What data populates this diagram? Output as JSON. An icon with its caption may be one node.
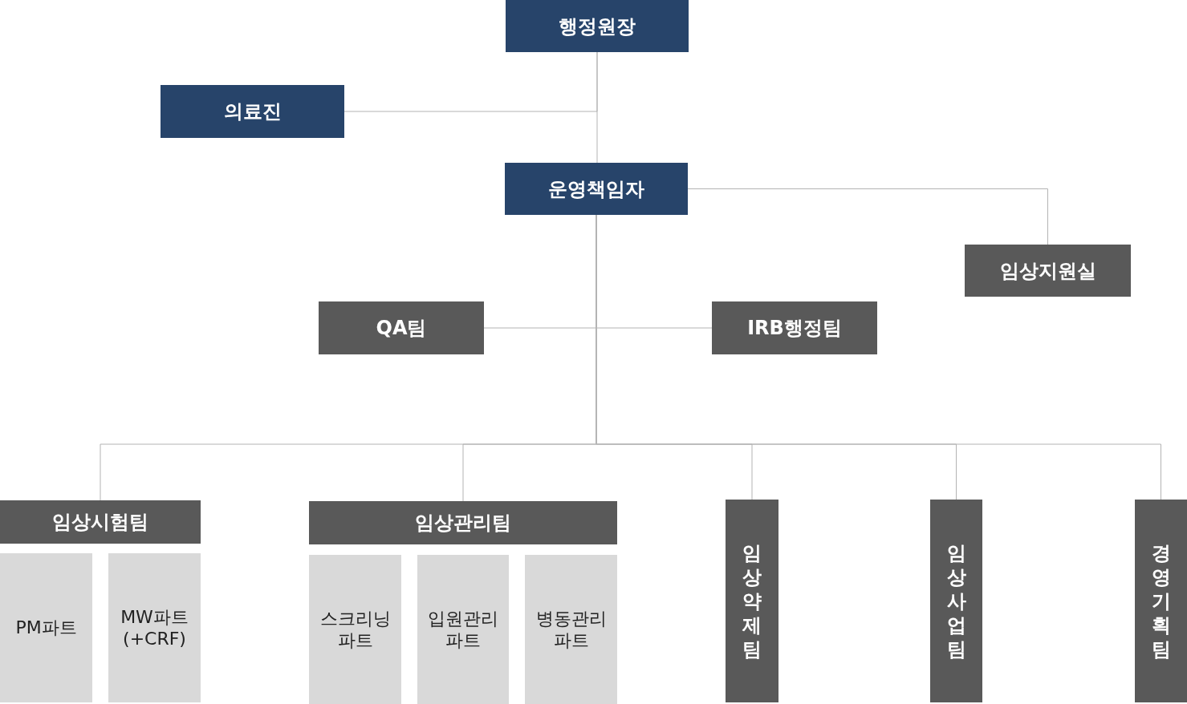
{
  "diagram": {
    "nodes": [
      {
        "text": [
          "행정원장"
        ]
      },
      {
        "text": [
          "의료진"
        ]
      },
      {
        "text": [
          "운영책임자"
        ]
      },
      {
        "text": [
          "임상지원실"
        ]
      },
      {
        "text": [
          "QA팀"
        ]
      },
      {
        "text": [
          "IRB행정팀"
        ]
      },
      {
        "text": [
          "임상시험팀"
        ]
      },
      {
        "text": [
          "PM파트"
        ]
      },
      {
        "text": [
          "MW파트 (+CRF)"
        ]
      },
      {
        "text": [
          "임상관리팀"
        ]
      },
      {
        "text": [
          "스크리닝 파트"
        ]
      },
      {
        "text": [
          "입원관리 파트"
        ]
      },
      {
        "text": [
          "병동관리 파트"
        ]
      },
      {
        "text": [
          "임상약제팀"
        ]
      },
      {
        "text": [
          "임상사업팀"
        ]
      },
      {
        "text": [
          "경영기획팀"
        ]
      }
    ],
    "edges": [
      {
        "from": 0,
        "to": 2,
        "arrow": "none"
      },
      {
        "from": 0,
        "to": 1,
        "arrow": "none"
      },
      {
        "from": 2,
        "to": 3,
        "arrow": "none"
      },
      {
        "from": 2,
        "to": 4,
        "arrow": "none"
      },
      {
        "from": 2,
        "to": 5,
        "arrow": "none"
      },
      {
        "from": 2,
        "to": 6,
        "arrow": "none"
      },
      {
        "from": 2,
        "to": 9,
        "arrow": "none"
      },
      {
        "from": 2,
        "to": 13,
        "arrow": "none"
      },
      {
        "from": 2,
        "to": 14,
        "arrow": "none"
      },
      {
        "from": 2,
        "to": 15,
        "arrow": "none"
      }
    ]
  }
}
